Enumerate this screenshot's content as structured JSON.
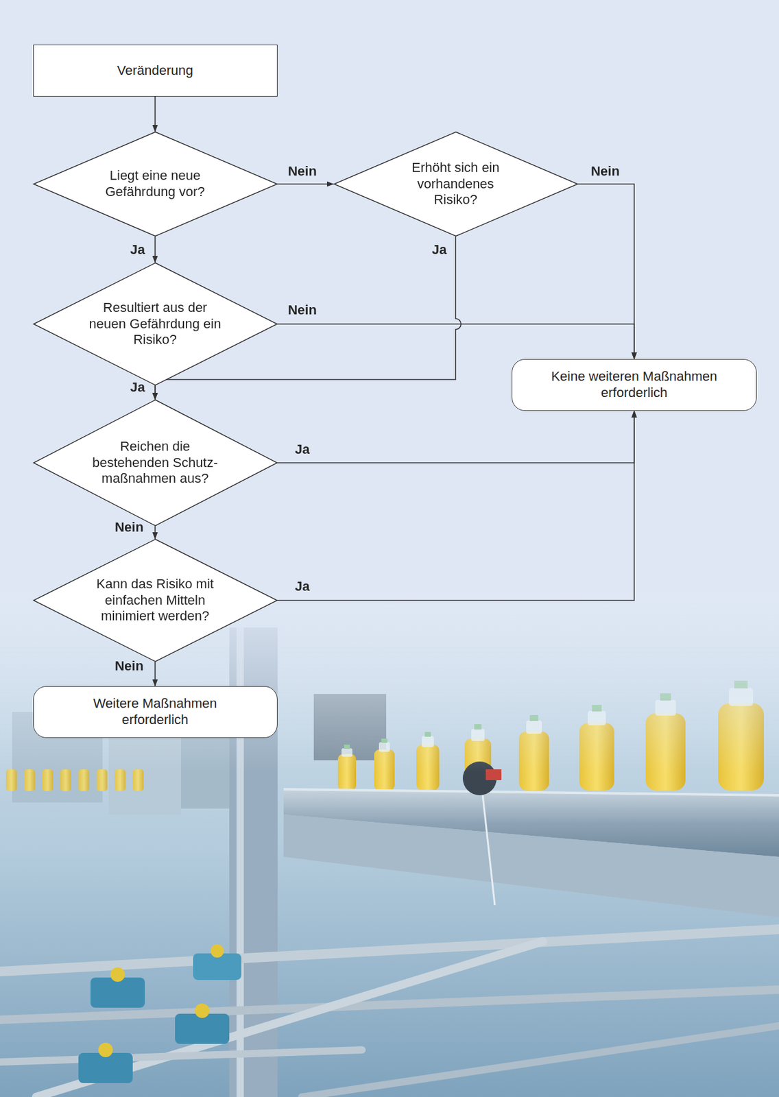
{
  "diagram": {
    "nodes": [
      {
        "text": [
          "Veränderung"
        ]
      },
      {
        "text": [
          "Liegt eine neue Gefährdung vor?"
        ]
      },
      {
        "text": [
          "Erhöht sich ein vorhandenes Risiko?"
        ]
      },
      {
        "text": [
          "Resultiert aus der neuen Gefährdung ein Risiko?"
        ]
      },
      {
        "text": [
          "Keine weiteren Maßnahmen erforderlich"
        ]
      },
      {
        "text": [
          "Reichen die bestehenden Schutz- maßnahmen aus?"
        ]
      },
      {
        "text": [
          "Kann das Risiko mit einfachen Mitteln minimiert werden?"
        ]
      },
      {
        "text": [
          "Weitere Maßnahmen erforderlich"
        ]
      }
    ],
    "edges": [
      {
        "from": 0,
        "to": 1,
        "arrow": "to"
      },
      {
        "from": 1,
        "to": 2,
        "label": "Nein",
        "arrow": "to"
      },
      {
        "from": 1,
        "to": 3,
        "label": "Ja",
        "arrow": "to"
      },
      {
        "from": 2,
        "to": 4,
        "label": "Nein",
        "arrow": "to"
      },
      {
        "from": 2,
        "to": 5,
        "label": "Ja",
        "arrow": "to"
      },
      {
        "from": 3,
        "to": 4,
        "label": "Nein",
        "arrow": "to"
      },
      {
        "from": 3,
        "to": 5,
        "label": "Ja",
        "arrow": "to"
      },
      {
        "from": 5,
        "to": 4,
        "label": "Ja",
        "arrow": "to"
      },
      {
        "from": 5,
        "to": 6,
        "label": "Nein",
        "arrow": "to"
      },
      {
        "from": 6,
        "to": 4,
        "label": "Ja",
        "arrow": "to"
      },
      {
        "from": 6,
        "to": 7,
        "label": "Nein",
        "arrow": "to"
      }
    ]
  }
}
